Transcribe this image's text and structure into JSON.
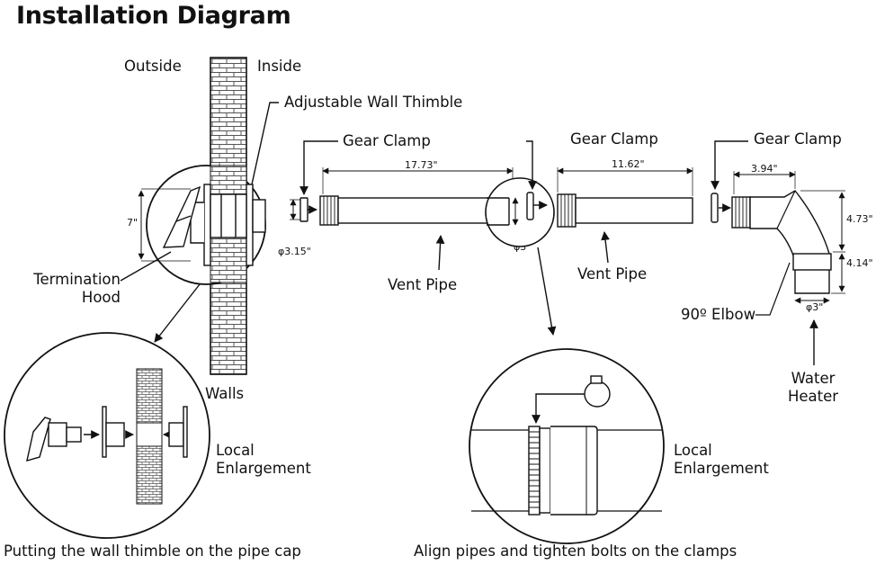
{
  "title": "Installation Diagram",
  "labels": {
    "outside": "Outside",
    "inside": "Inside",
    "adjustable_wall_thimble": "Adjustable Wall Thimble",
    "gear_clamp_1": "Gear Clamp",
    "gear_clamp_2": "Gear Clamp",
    "gear_clamp_3": "Gear Clamp",
    "termination_hood": "Termination\nHood",
    "walls": "Walls",
    "vent_pipe_1": "Vent Pipe",
    "vent_pipe_2": "Vent Pipe",
    "elbow": "90º Elbow",
    "water_heater": "Water\nHeater",
    "local_enlargement_1": "Local\nEnlargement",
    "local_enlargement_2": "Local\nEnlargement"
  },
  "dimensions": {
    "hood_height": "7\"",
    "cap_diameter": "φ3.15\"",
    "pipe1_length": "17.73\"",
    "pipe2_length": "11.62\"",
    "joint_diameter": "φ3\"",
    "elbow_width": "3.94\"",
    "elbow_upper": "4.73\"",
    "elbow_lower": "4.14\"",
    "elbow_diameter": "φ3\""
  },
  "captions": {
    "left": "Putting the wall thimble on the pipe cap",
    "right": "Align pipes and tighten bolts on the clamps"
  },
  "colors": {
    "line": "#111111",
    "brick": "#555555",
    "background": "#ffffff"
  }
}
